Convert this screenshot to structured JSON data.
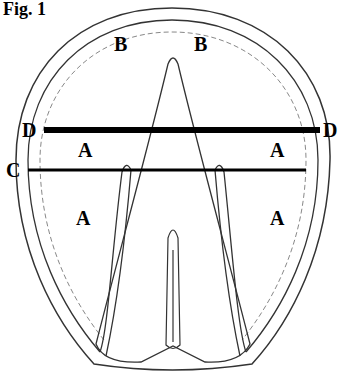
{
  "diagram": {
    "labels": [
      "Fig. 1",
      "B",
      "B",
      "D",
      "D",
      "A",
      "A",
      "C",
      "A",
      "A"
    ]
  }
}
